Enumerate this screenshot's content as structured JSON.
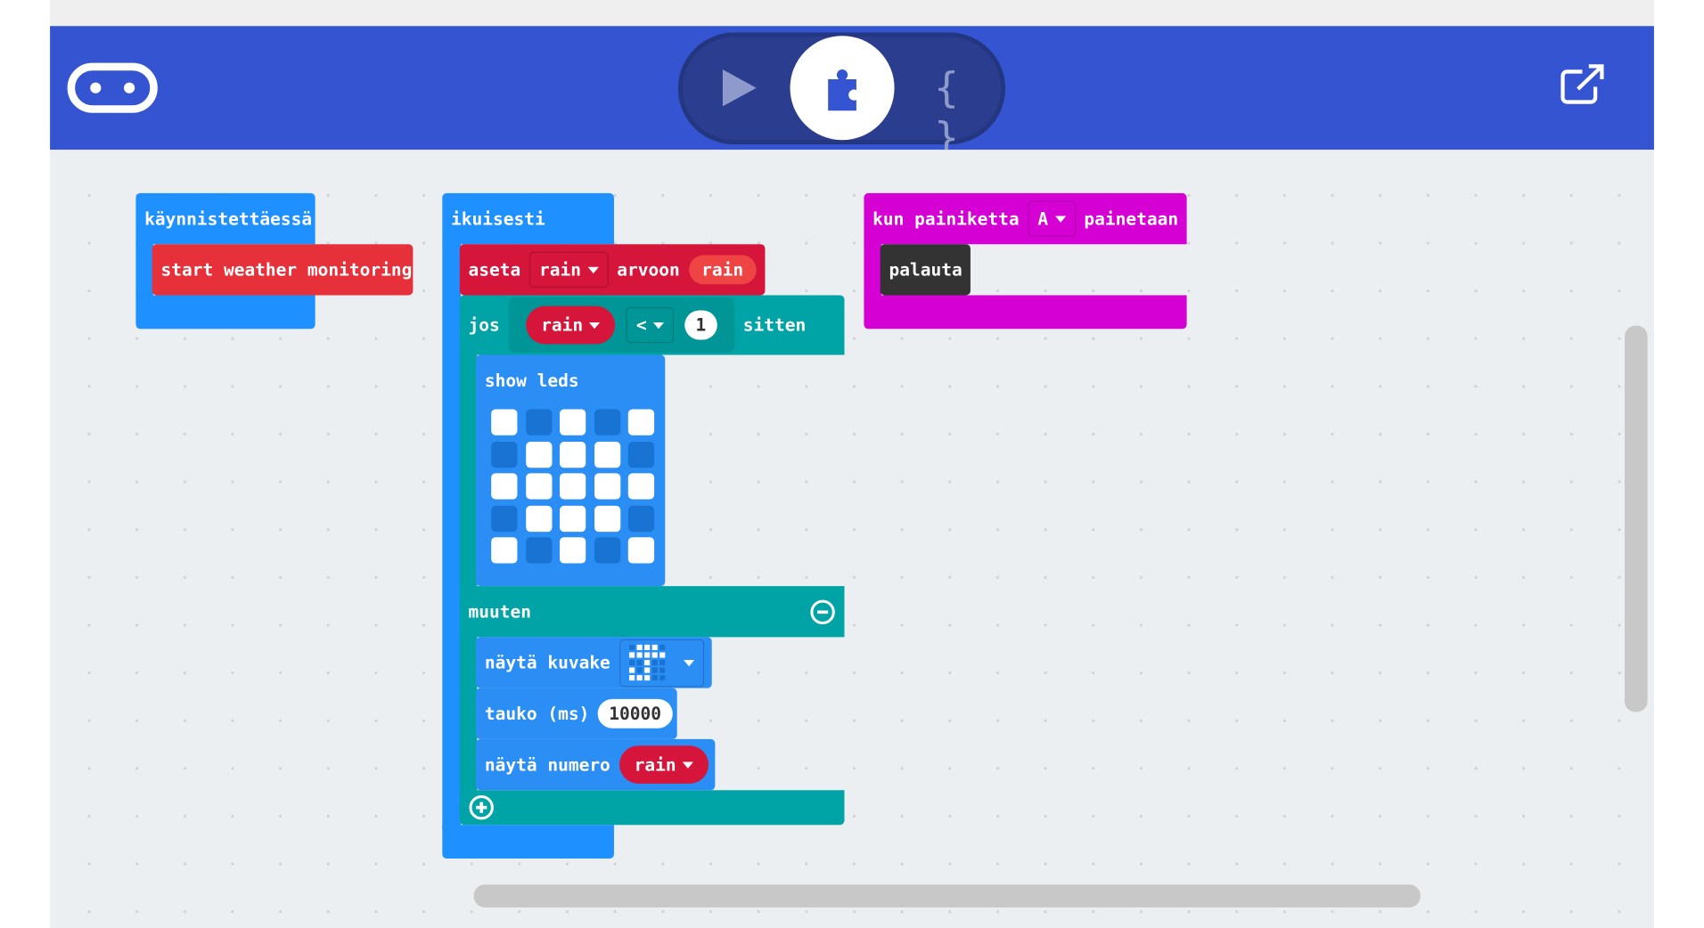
{
  "header": {
    "simulator_label": "simulator",
    "blocks_label": "blocks",
    "javascript_label": "{ }"
  },
  "blocks": {
    "on_start": {
      "label": "käynnistettäessä",
      "call": "start weather monitoring"
    },
    "forever": {
      "label": "ikuisesti",
      "set": {
        "label": "aseta",
        "variable": "rain",
        "to_label": "arvoon",
        "value": "rain"
      },
      "if": {
        "label": "jos",
        "left": "rain",
        "operator": "<",
        "right": "1",
        "then_label": "sitten",
        "else_label": "muuten"
      },
      "show_leds": {
        "label": "show leds",
        "pattern": [
          [
            1,
            0,
            1,
            0,
            1
          ],
          [
            0,
            1,
            1,
            1,
            0
          ],
          [
            1,
            1,
            1,
            1,
            1
          ],
          [
            0,
            1,
            1,
            1,
            0
          ],
          [
            1,
            0,
            1,
            0,
            1
          ]
        ]
      },
      "show_icon": {
        "label": "näytä kuvake",
        "icon_pattern": [
          [
            0,
            1,
            1,
            1,
            0
          ],
          [
            1,
            1,
            1,
            1,
            1
          ],
          [
            0,
            0,
            1,
            0,
            0
          ],
          [
            1,
            0,
            1,
            0,
            0
          ],
          [
            1,
            1,
            1,
            0,
            0
          ]
        ]
      },
      "pause": {
        "label": "tauko (ms)",
        "value": "10000"
      },
      "show_number": {
        "label": "näytä numero",
        "variable": "rain"
      }
    },
    "on_button": {
      "label": "kun painiketta",
      "button": "A",
      "suffix": "painetaan",
      "call": "palauta"
    }
  },
  "colors": {
    "header": "#3454d1",
    "loops": "#1e90ff",
    "logic": "#00a4a6",
    "variables": "#d6153a",
    "input": "#d400d4",
    "functions": "#333333"
  }
}
